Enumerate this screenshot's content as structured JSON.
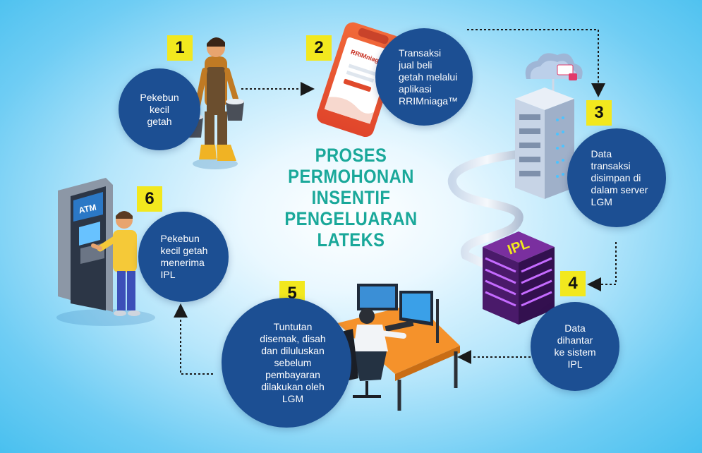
{
  "title": {
    "line1": "PROSES",
    "line2": "PERMOHONAN",
    "line3": "INSENTIF",
    "line4": "PENGELUARAN",
    "line5": "LATEKS"
  },
  "steps": [
    {
      "number": "1",
      "lines": [
        "Pekebun",
        "kecil",
        "getah"
      ]
    },
    {
      "number": "2",
      "lines": [
        "Transaksi",
        "jual beli",
        "getah melalui",
        "aplikasi",
        "RRIMniaga™"
      ]
    },
    {
      "number": "3",
      "lines": [
        "Data",
        "transaksi",
        "disimpan di",
        "dalam server",
        "LGM"
      ]
    },
    {
      "number": "4",
      "lines": [
        "Data",
        "dihantar",
        "ke sistem",
        "IPL"
      ]
    },
    {
      "number": "5",
      "lines": [
        "Tuntutan",
        "disemak, disah",
        "dan diluluskan",
        "sebelum",
        "pembayaran",
        "dilakukan oleh",
        "LGM"
      ]
    },
    {
      "number": "6",
      "lines": [
        "Pekebun",
        "kecil getah",
        "menerima",
        "IPL"
      ]
    }
  ],
  "labels": {
    "atm": "ATM",
    "ipl_badge": "IPL",
    "app_brand": "RRIMniaga"
  },
  "colors": {
    "circle_fill": "#1c4f93",
    "number_badge": "#f2e81e",
    "title_text": "#1aa89a",
    "background": "#49c0ef"
  },
  "icons": [
    "rubber-tapper-icon",
    "smartphone-app-icon",
    "cloud-server-icon",
    "ipl-server-icon",
    "computer-workstation-icon",
    "atm-user-icon"
  ]
}
